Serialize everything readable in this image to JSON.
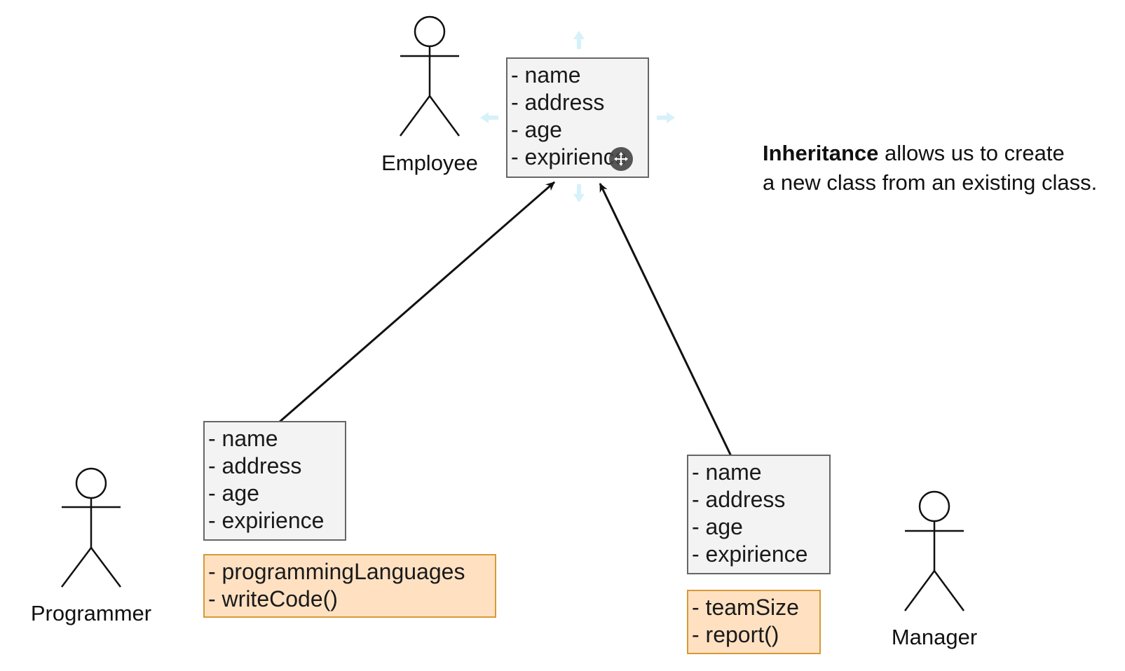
{
  "employee": {
    "label": "Employee",
    "fields": [
      "- name",
      "- address",
      "- age",
      "- expirience"
    ]
  },
  "programmer": {
    "label": "Programmer",
    "fields": [
      "- name",
      "- address",
      "- age",
      "- expirience"
    ],
    "extensions": [
      "- programmingLanguages",
      "- writeCode()"
    ]
  },
  "manager": {
    "label": "Manager",
    "fields": [
      "- name",
      "- address",
      "- age",
      "- expirience"
    ],
    "extensions": [
      "- teamSize",
      "- report()"
    ]
  },
  "description": {
    "term": "Inheritance",
    "line1_rest": " allows us to create",
    "line2": "a new class from an existing class."
  },
  "colors": {
    "class_fill": "#f3f3f3",
    "class_stroke": "#666666",
    "ext_fill": "#ffe1c2",
    "ext_stroke": "#d69a36",
    "hover_arrow": "#d6f1fa",
    "cursor": "#444444"
  },
  "icons": {
    "actor": "stick-figure-icon",
    "cursor": "move-cursor-icon",
    "connection": "connection-arrow-icon"
  }
}
